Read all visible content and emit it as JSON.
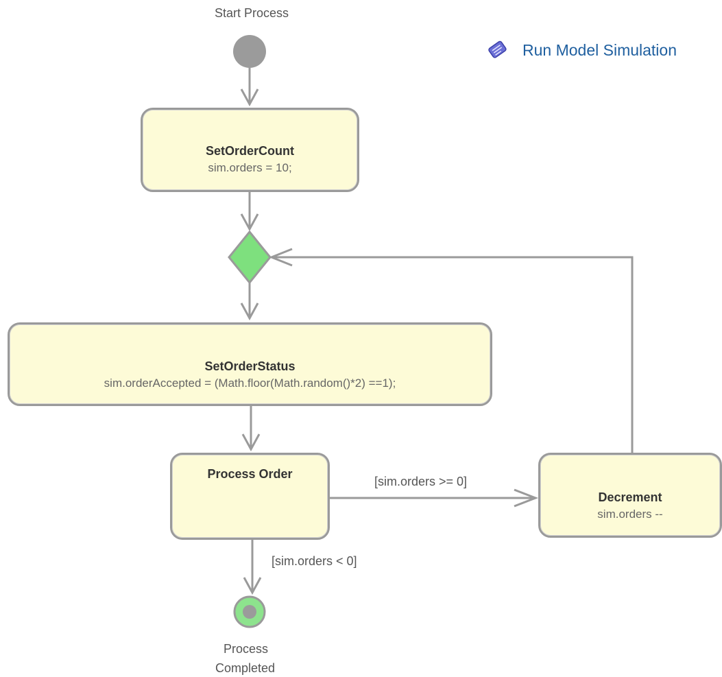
{
  "start": {
    "label": "Start Process"
  },
  "simulation_link": {
    "label": "Run Model Simulation",
    "icon": "script-icon",
    "color": "#1f5f9f"
  },
  "actions": {
    "set_order_count": {
      "name": "SetOrderCount",
      "code": "sim.orders = 10;"
    },
    "set_order_status": {
      "name": "SetOrderStatus",
      "code": "sim.orderAccepted = (Math.floor(Math.random()*2) ==1);"
    },
    "process_order": {
      "name": "Process Order",
      "icon": "call-behavior-fork-icon"
    },
    "decrement": {
      "name": "Decrement",
      "code": "sim.orders --"
    }
  },
  "guards": {
    "to_decrement": "[sim.orders >= 0]",
    "to_end": "[sim.orders < 0]"
  },
  "end": {
    "label_line1": "Process",
    "label_line2": "Completed"
  },
  "colors": {
    "action_fill": "#fdfbd7",
    "stroke": "#9a9a9a",
    "decision_fill": "#7ee07e",
    "initial_node": "#9b9b9b",
    "final_ring": "#8de38d"
  }
}
